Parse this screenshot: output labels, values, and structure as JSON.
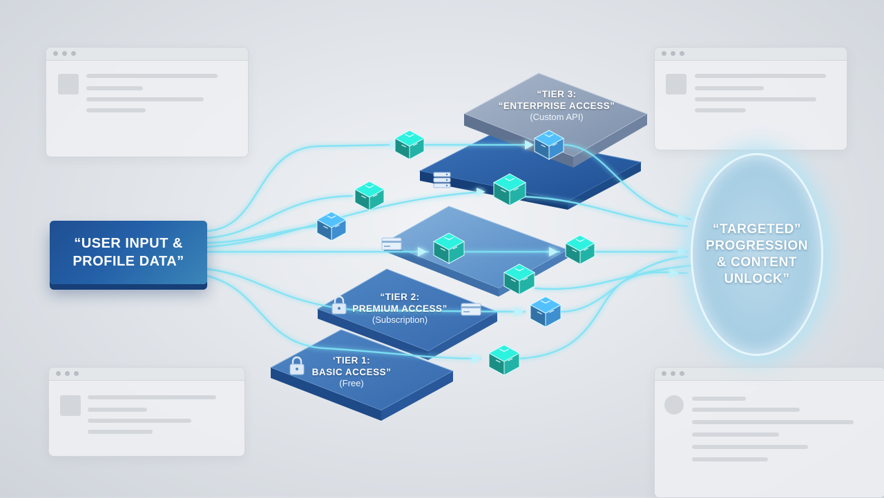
{
  "input": {
    "line1": "“USER INPUT &",
    "line2": "PROFILE DATA”"
  },
  "tiers": [
    {
      "title1": "‘TIER 1:",
      "title2": "BASIC ACCESS”",
      "sub": "(Free)"
    },
    {
      "title1": "“TIER 2:",
      "title2": "PREMIUM ACCESS”",
      "sub": "(Subscription)"
    },
    {
      "title1": "“TIER 3:",
      "title2": "“ENTERPRISE ACCESS”",
      "sub": "(Custom API)"
    }
  ],
  "outcome": {
    "line1": "“TARGETED”",
    "line2": "PROGRESSION",
    "line3": "& CONTENT",
    "line4": "UNLOCK”"
  },
  "icons": {
    "lock": "lock-icon",
    "card": "credit-card-icon",
    "server": "server-stack-icon",
    "cube": "data-cube-icon"
  },
  "colors": {
    "flow": "#7fe3f5",
    "cube_teal": "#22b3a6",
    "cube_blue": "#3e8fd0",
    "platform_dark": "#2a5fa8",
    "platform_light": "#6f9fd0",
    "platform_grey": "#8c9fb8"
  }
}
